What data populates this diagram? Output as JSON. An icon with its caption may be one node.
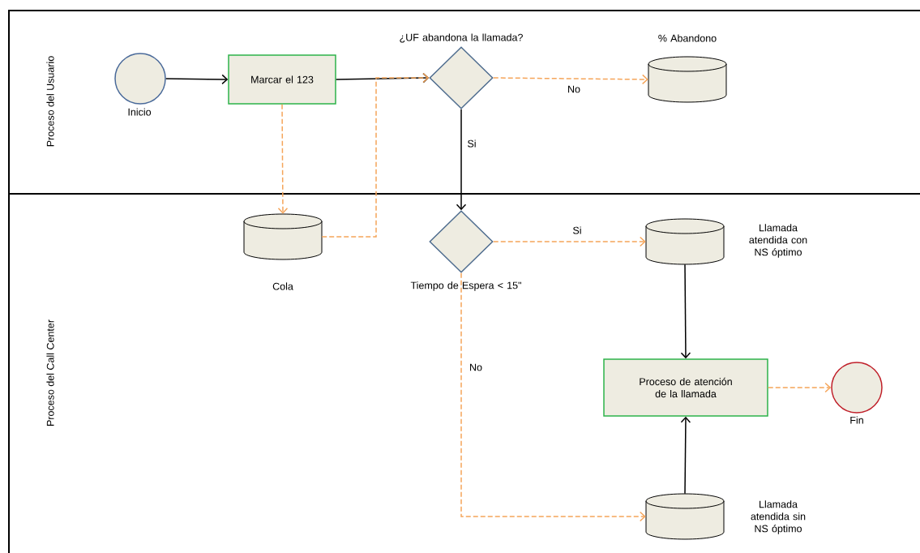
{
  "diagram": {
    "nodes": [
      {
        "text": [
          "Proceso del Usuario"
        ]
      },
      {
        "text": [
          "Proceso del Call Center"
        ]
      },
      {
        "text": [],
        "shape": "circle",
        "beside": [
          "Inicio"
        ],
        "in": 0
      },
      {
        "text": [
          "Marcar el 123"
        ],
        "in": 0
      },
      {
        "text": [
          "¿UF abandona la llamada?"
        ],
        "in": 0
      },
      {
        "text": [
          "% Abandono"
        ],
        "in": 0
      },
      {
        "text": [
          "Cola"
        ],
        "in": 1
      },
      {
        "text": [
          "Tiempo de Espera < 15\""
        ],
        "in": 1
      },
      {
        "text": [
          "Llamada atendida con NS óptimo"
        ],
        "in": 1
      },
      {
        "text": [
          "Proceso de atención de la llamada"
        ],
        "in": 1
      },
      {
        "text": [],
        "shape": "circle",
        "beside": [
          "Fin"
        ],
        "in": 1
      },
      {
        "text": [
          "Llamada atendida sin NS óptimo"
        ],
        "in": 1
      }
    ],
    "edges": [
      {
        "from": 2,
        "to": 3,
        "arrow": "to",
        "color": "#000000"
      },
      {
        "from": 3,
        "to": 4,
        "arrow": "to",
        "color": "#000000"
      },
      {
        "from": 4,
        "to": 5,
        "arrow": "to",
        "style": "dashed",
        "label": "No"
      },
      {
        "from": 4,
        "to": 7,
        "arrow": "to",
        "color": "#000000",
        "label": "Si"
      },
      {
        "from": 3,
        "to": 6,
        "arrow": "to",
        "style": "dashed"
      },
      {
        "from": 6,
        "to": 4,
        "arrow": "to",
        "style": "dashed"
      },
      {
        "from": 7,
        "to": 8,
        "arrow": "to",
        "style": "dashed",
        "label": "Si"
      },
      {
        "from": 7,
        "to": 11,
        "arrow": "to",
        "style": "dashed",
        "label": "No"
      },
      {
        "from": 8,
        "to": 9,
        "arrow": "to",
        "color": "#000000"
      },
      {
        "from": 11,
        "to": 9,
        "arrow": "to",
        "color": "#000000"
      },
      {
        "from": 9,
        "to": 10,
        "arrow": "to",
        "style": "dashed"
      }
    ]
  }
}
